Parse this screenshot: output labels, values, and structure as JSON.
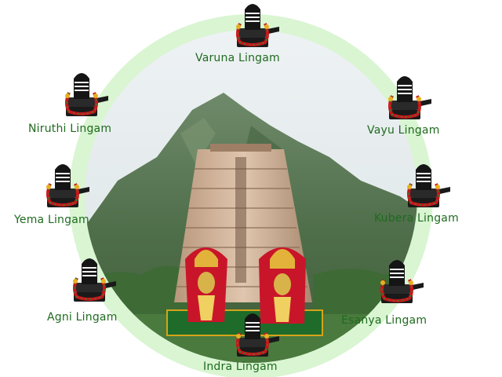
{
  "lingams": [
    {
      "name": "Varuna Lingam"
    },
    {
      "name": "Niruthi Lingam"
    },
    {
      "name": "Vayu Lingam"
    },
    {
      "name": "Yema Lingam"
    },
    {
      "name": "Kubera Lingam"
    },
    {
      "name": "Agni Lingam"
    },
    {
      "name": "Esanya Lingam"
    },
    {
      "name": "Indra Lingam"
    }
  ],
  "colors": {
    "ring": "#d9f5d2",
    "label_text": "#1f6b1f",
    "lingam_black": "#1a1a1a",
    "garland_red": "#c8151b",
    "garland_green": "#2c8a2c",
    "sky": "#e8eef2",
    "mountain": "#5f7a58",
    "tower": "#c9a98e"
  },
  "icons": [
    "lingam-icon",
    "temple-tower-icon",
    "deity-icon"
  ]
}
